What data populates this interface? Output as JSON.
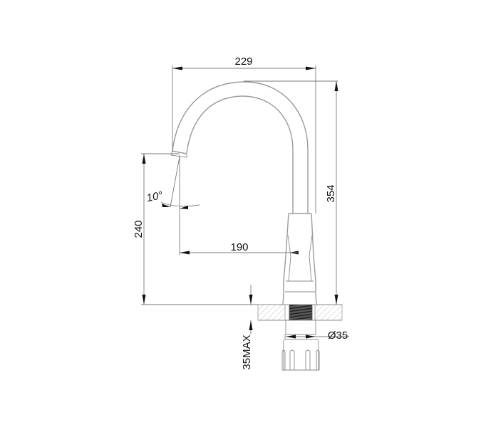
{
  "drawing": {
    "title": "Kitchen faucet technical drawing",
    "colors": {
      "background": "#ffffff",
      "line": "#9a9a9a",
      "dimension_line": "#7a7a7a",
      "text": "#111111",
      "thread": "#3a3a3a"
    },
    "dimensions": {
      "overall_reach": "229",
      "overall_height": "354",
      "spout_height": "240",
      "spout_reach": "190",
      "spout_angle": "10°",
      "base_diameter": "Ø35",
      "max_deck_thickness": "35MAX"
    }
  }
}
